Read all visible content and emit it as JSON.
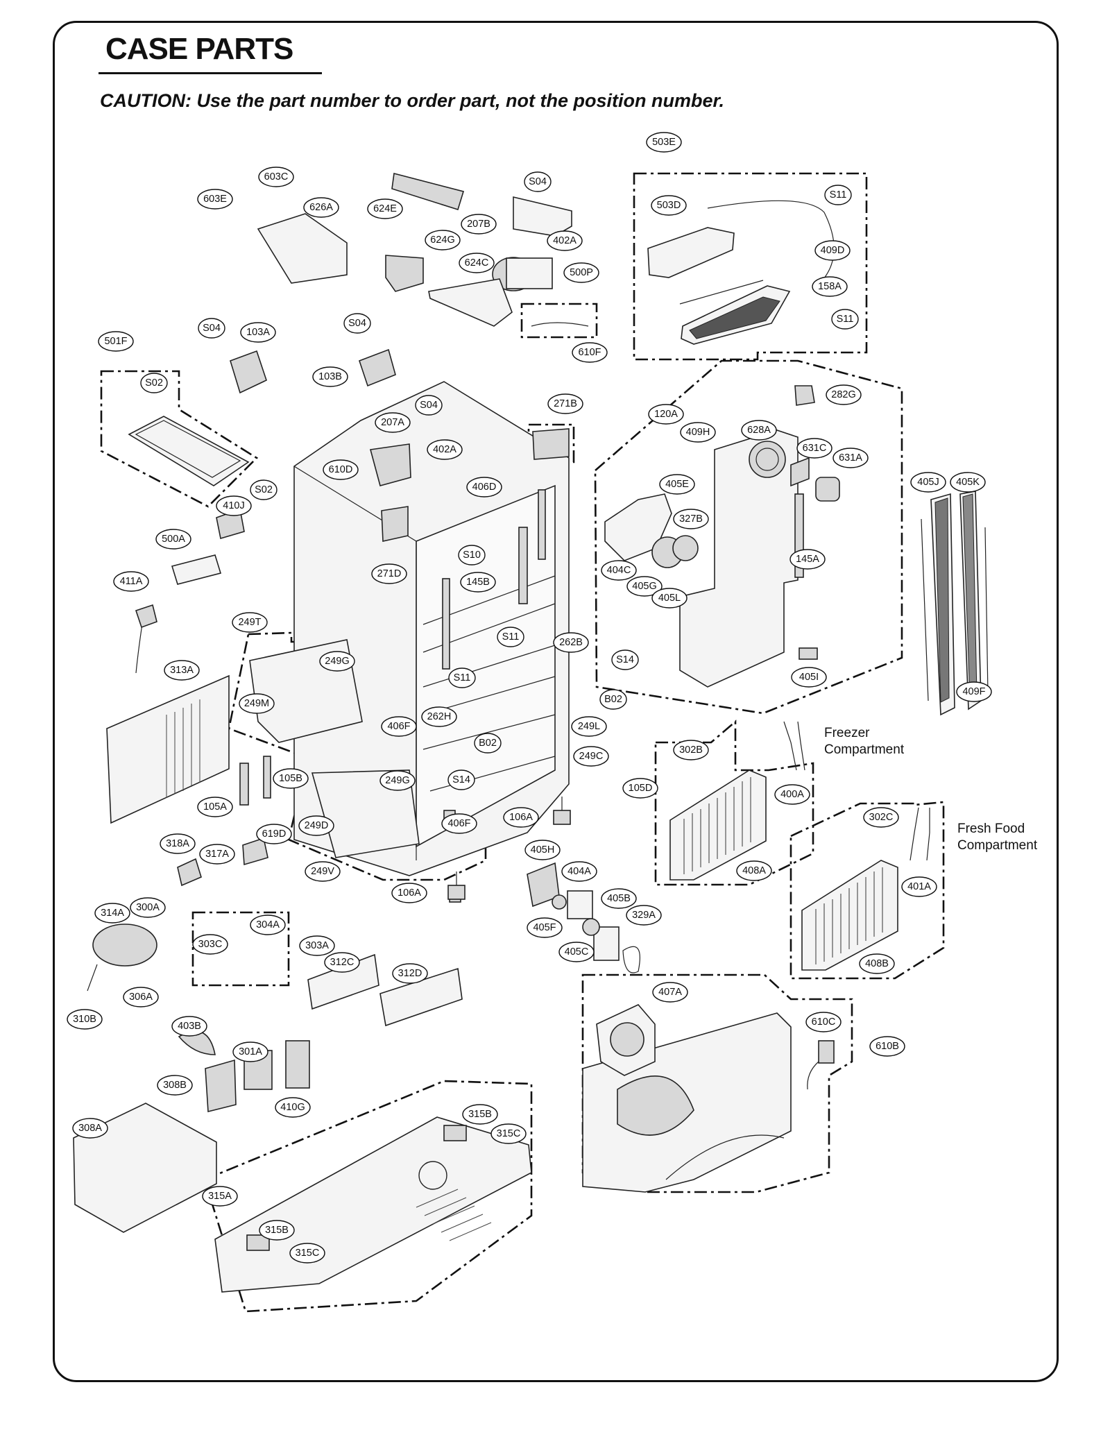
{
  "header": {
    "title": "CASE PARTS",
    "caution": "CAUTION: Use the part number to order part, not the position number."
  },
  "compartments": {
    "freezer": [
      "Freezer",
      "Compartment"
    ],
    "fresh_food": [
      "Fresh Food",
      "Compartment"
    ]
  },
  "callouts": [
    "503E",
    "S11",
    "503D",
    "409D",
    "158A",
    "S11",
    "S04",
    "207B",
    "402A",
    "500P",
    "624E",
    "624G",
    "624C",
    "603C",
    "603E",
    "626A",
    "610F",
    "501F",
    "S04",
    "103A",
    "S04",
    "103B",
    "S02",
    "S04",
    "207A",
    "402A",
    "271B",
    "610D",
    "406D",
    "271D",
    "S02",
    "410J",
    "500A",
    "411A",
    "S10",
    "145B",
    "S11",
    "262B",
    "S14",
    "S11",
    "B02",
    "249L",
    "262H",
    "B02",
    "249C",
    "120A",
    "409H",
    "628A",
    "282G",
    "631C",
    "631A",
    "405E",
    "327B",
    "404C",
    "405G",
    "405L",
    "145A",
    "405I",
    "405J",
    "405K",
    "409F",
    "249T",
    "313A",
    "249G",
    "249M",
    "406F",
    "105B",
    "105A",
    "249G",
    "S14",
    "406F",
    "249D",
    "249V",
    "619D",
    "318A",
    "317A",
    "106A",
    "106A",
    "105D",
    "302B",
    "400A",
    "408A",
    "302C",
    "401A",
    "408B",
    "405H",
    "404A",
    "405B",
    "329A",
    "405F",
    "405C",
    "314A",
    "300A",
    "303C",
    "304A",
    "303A",
    "306A",
    "310B",
    "312C",
    "312D",
    "403B",
    "301A",
    "308B",
    "410G",
    "308A",
    "315B",
    "315C",
    "315A",
    "315B",
    "315C",
    "407A",
    "610C",
    "610B"
  ]
}
